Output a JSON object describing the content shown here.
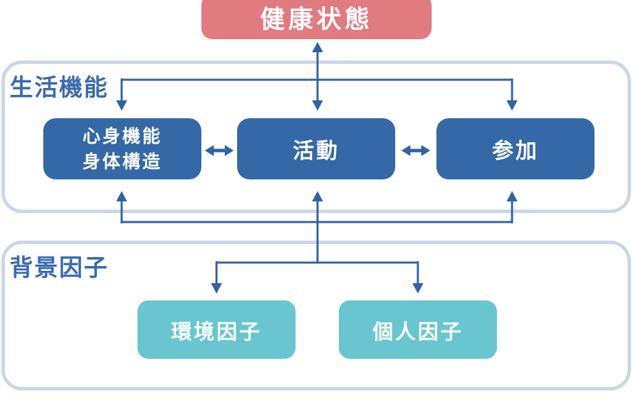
{
  "health_box": {
    "label": "健康状態"
  },
  "life_section": {
    "label": "生活機能",
    "box_body": {
      "line1": "心身機能",
      "line2": "身体構造"
    },
    "box_activity": {
      "label": "活動"
    },
    "box_participation": {
      "label": "参加"
    }
  },
  "background_section": {
    "label": "背景因子",
    "box_environment": {
      "label": "環境因子"
    },
    "box_personal": {
      "label": "個人因子"
    }
  },
  "colors": {
    "health": "#E07B80",
    "function_box": "#3568A6",
    "factor_box": "#69C6D1",
    "arrow_color": "#2F62A6",
    "section_border": "#CBD6E8",
    "section_label": "#3A6AAD"
  }
}
